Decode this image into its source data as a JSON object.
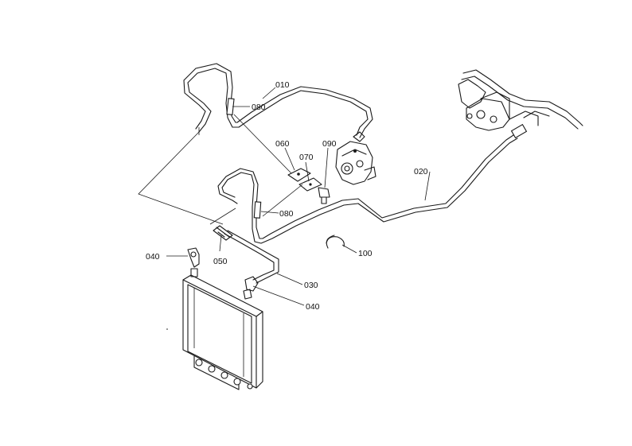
{
  "labels": {
    "p010": "010",
    "p020": "020",
    "p030": "030",
    "p040a": "040",
    "p040b": "040",
    "p050": "050",
    "p060": "060",
    "p070": "070",
    "p080a": "080",
    "p080b": "080",
    "p090": "090",
    "p100": "100"
  }
}
